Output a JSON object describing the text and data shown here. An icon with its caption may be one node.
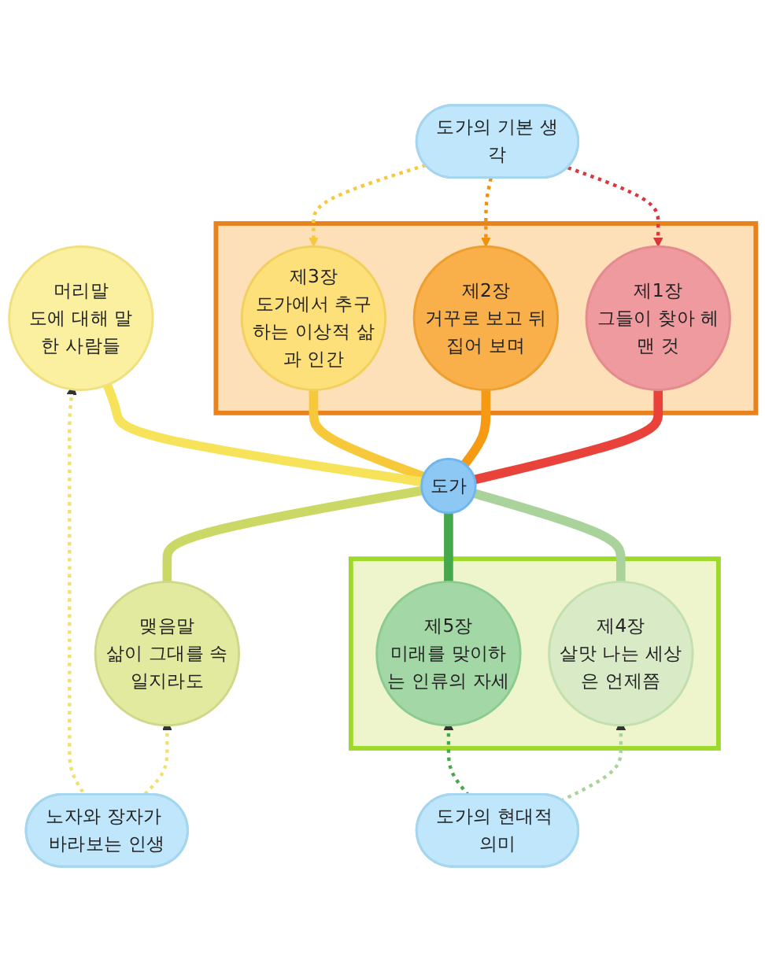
{
  "diagram": {
    "nodes": [
      {
        "text": [
          "도가의 기본 생각"
        ]
      },
      {
        "text": [],
        "shape": "box"
      },
      {
        "text": [
          "제1장",
          "그들이 찾아 헤맨 것"
        ],
        "in": 1
      },
      {
        "text": [
          "제2장",
          "거꾸로 보고 뒤집어 보며"
        ],
        "in": 1
      },
      {
        "text": [
          "제3장",
          "도가에서 추구하는 이상적 삶과 인간"
        ],
        "in": 1
      },
      {
        "text": [
          "머리말",
          "도에 대해 말한 사람들"
        ]
      },
      {
        "text": [
          "도가"
        ]
      },
      {
        "text": [
          "맺음말",
          "삶이 그대를 속일지라도"
        ]
      },
      {
        "text": [],
        "shape": "box"
      },
      {
        "text": [
          "제4장",
          "살맛 나는 세상은 언제쯤"
        ],
        "in": 8
      },
      {
        "text": [
          "제5장",
          "미래를 맞이하는 인류의 자세"
        ],
        "in": 8
      },
      {
        "text": [
          "노자와 장자가 바라보는 인생"
        ]
      },
      {
        "text": [
          "도가의 현대적 의미"
        ]
      }
    ],
    "edges": [
      {
        "from": 0,
        "to": 2,
        "arrow": "to",
        "style": "dashed",
        "color": "#d9363e"
      },
      {
        "from": 0,
        "to": 3,
        "arrow": "to",
        "style": "dashed",
        "color": "#f0900c"
      },
      {
        "from": 0,
        "to": 4,
        "arrow": "to",
        "style": "dashed",
        "color": "#f5c93a"
      },
      {
        "from": 6,
        "to": 2,
        "arrow": "none",
        "style": "thick",
        "color": "#e8423a"
      },
      {
        "from": 6,
        "to": 3,
        "arrow": "none",
        "style": "thick",
        "color": "#f59a12"
      },
      {
        "from": 6,
        "to": 4,
        "arrow": "none",
        "style": "thick",
        "color": "#f7c83a"
      },
      {
        "from": 6,
        "to": 5,
        "arrow": "none",
        "style": "thick",
        "color": "#f7e35a"
      },
      {
        "from": 6,
        "to": 7,
        "arrow": "none",
        "style": "thick",
        "color": "#cbd865"
      },
      {
        "from": 6,
        "to": 9,
        "arrow": "none",
        "style": "thick",
        "color": "#a9d39a"
      },
      {
        "from": 6,
        "to": 10,
        "arrow": "none",
        "style": "thick",
        "color": "#45a84a"
      },
      {
        "from": 11,
        "to": 7,
        "arrow": "to",
        "style": "dashed",
        "color": "#f0e070"
      },
      {
        "from": 11,
        "to": 5,
        "arrow": "to",
        "style": "dashed",
        "color": "#f0e070"
      },
      {
        "from": 12,
        "to": 9,
        "arrow": "to",
        "style": "dashed",
        "color": "#a9d39a"
      },
      {
        "from": 12,
        "to": 10,
        "arrow": "to",
        "style": "dashed",
        "color": "#45a84a"
      }
    ]
  }
}
